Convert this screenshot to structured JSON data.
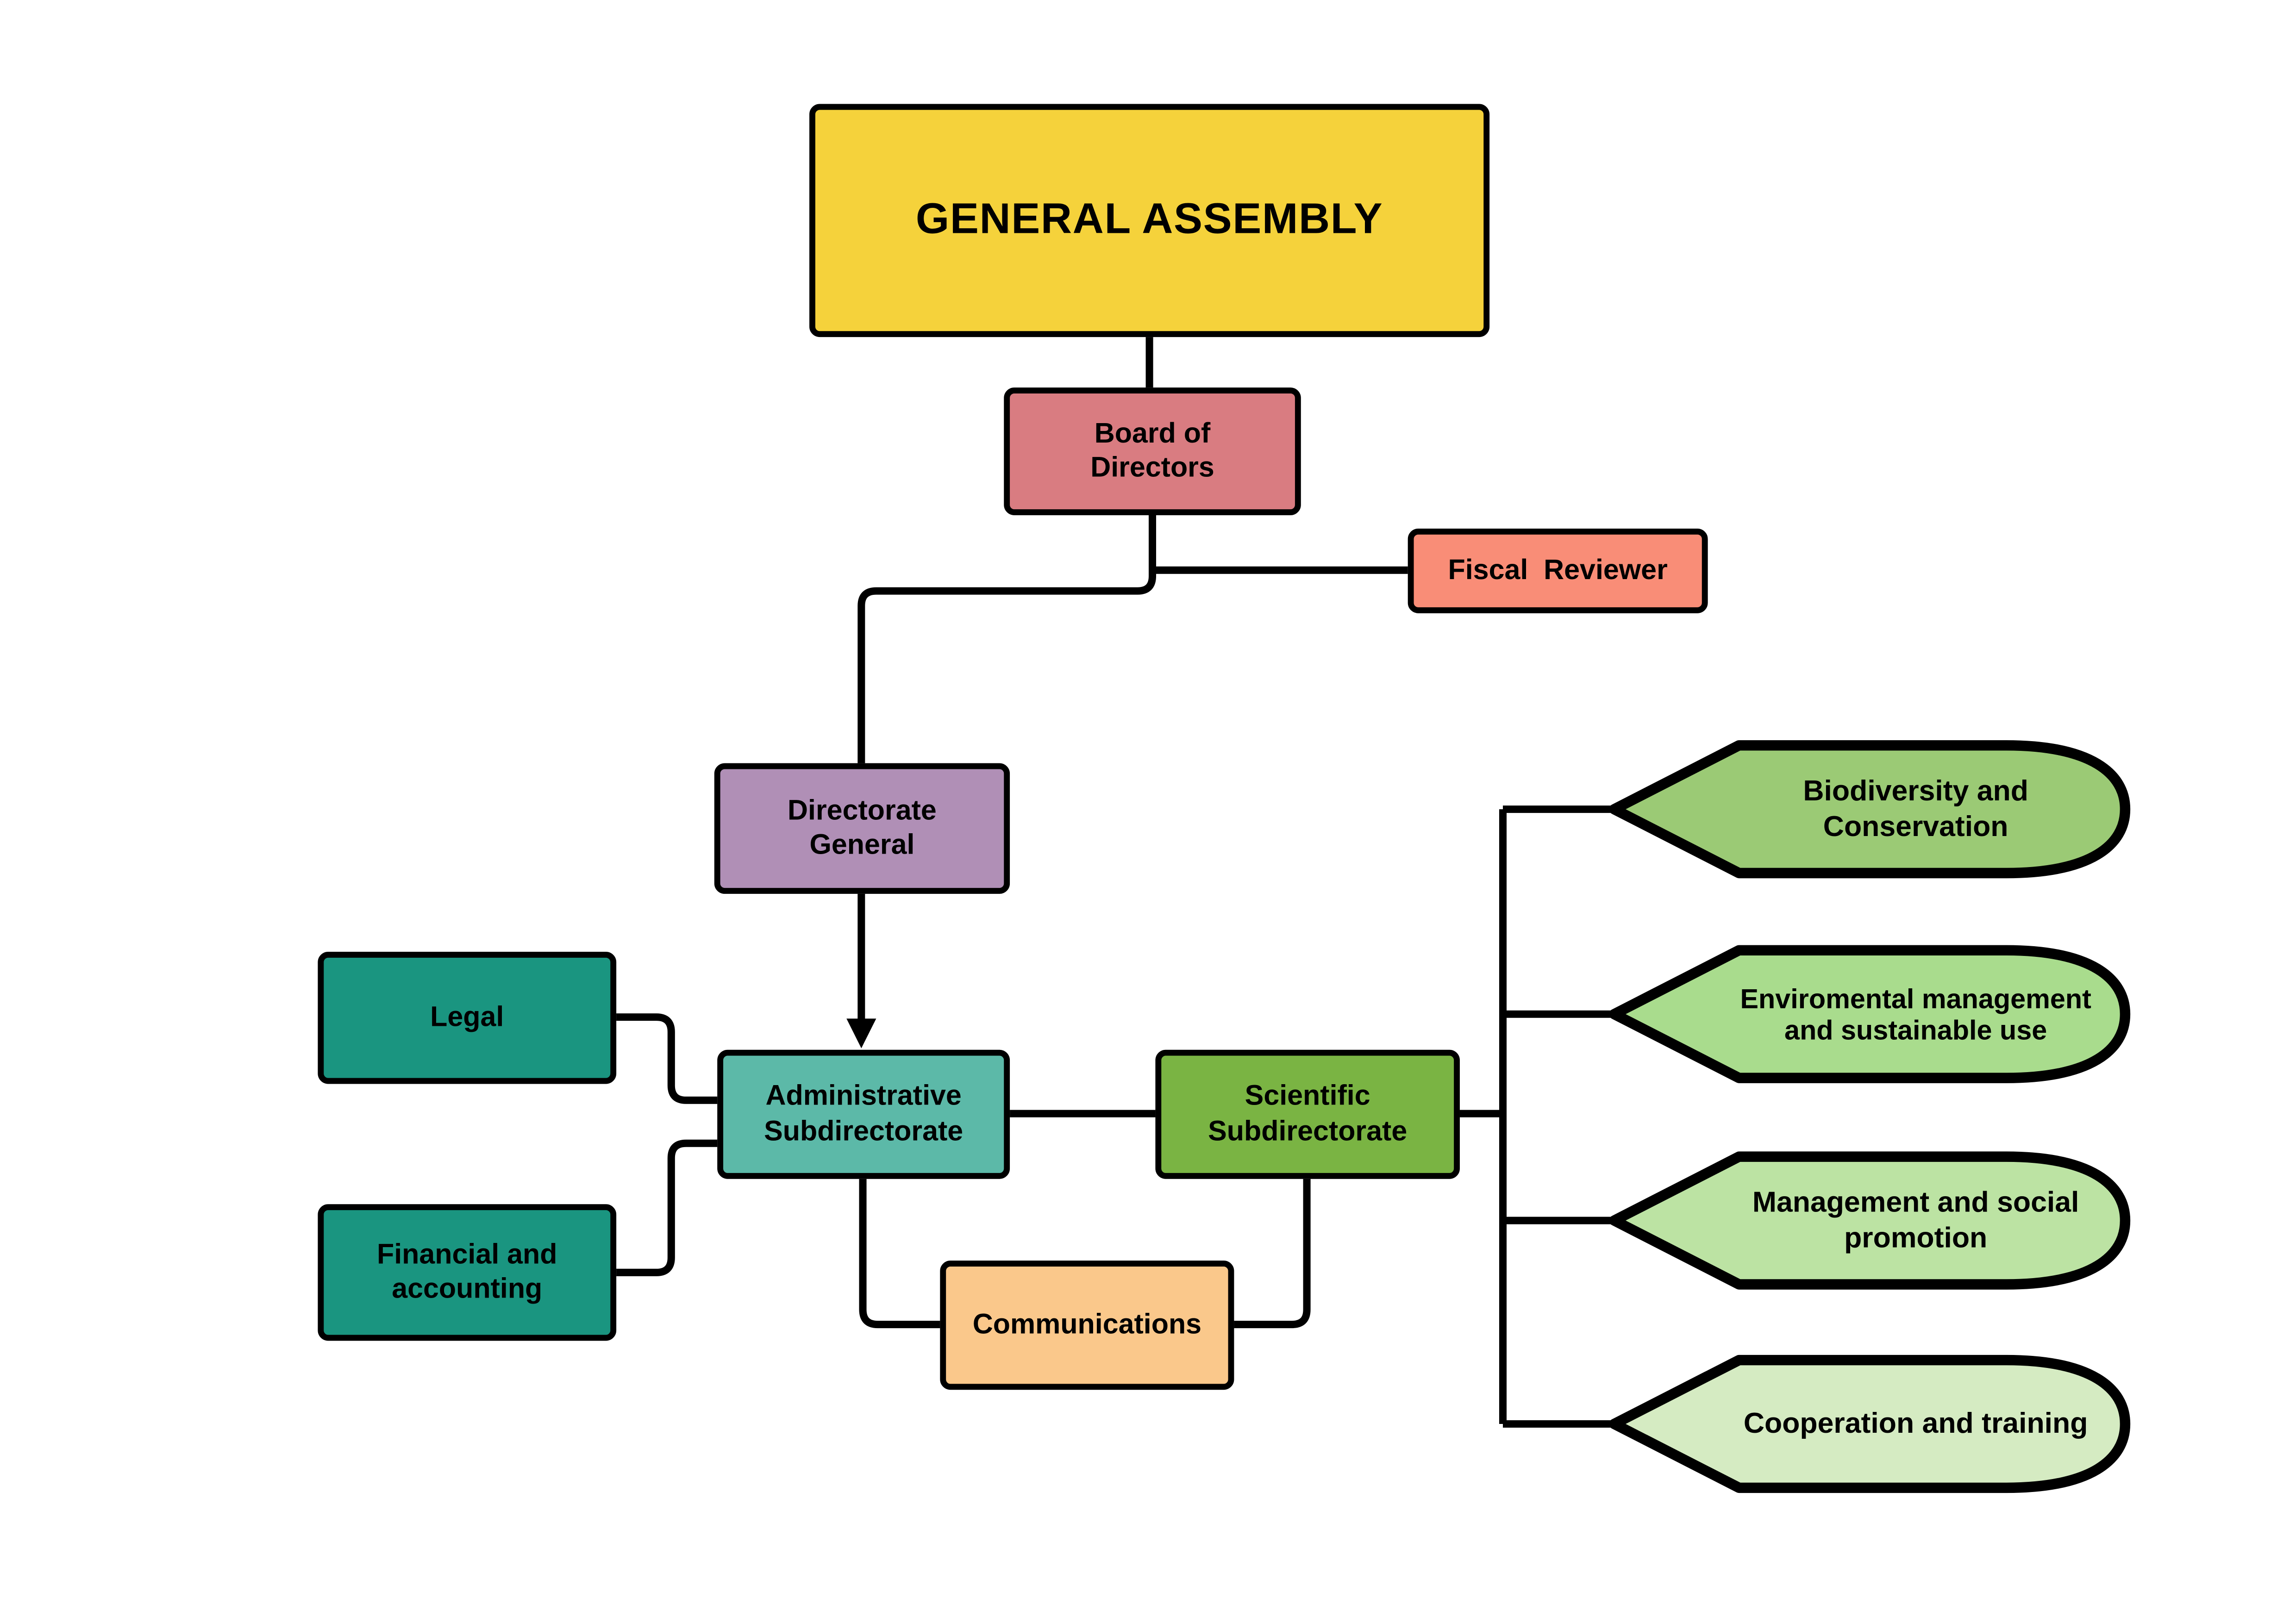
{
  "nodes": {
    "general_assembly": {
      "label": "GENERAL ASSEMBLY",
      "fill": "#F5D23B"
    },
    "board_of_directors": {
      "label": "Board of Directors",
      "fill": "#D97C81"
    },
    "fiscal_reviewer": {
      "label": "Fiscal  Reviewer",
      "fill": "#F98D77"
    },
    "directorate_general": {
      "label": "Directorate General",
      "fill": "#B08FB6"
    },
    "legal": {
      "label": "Legal",
      "fill": "#1A9580"
    },
    "financial_accounting": {
      "label": "Financial and accounting",
      "fill": "#1A9580"
    },
    "administrative_subdirectorate": {
      "label": "Administrative Subdirectorate",
      "fill": "#5CB9A8"
    },
    "scientific_subdirectorate": {
      "label": "Scientific Subdirectorate",
      "fill": "#7AB443"
    },
    "communications": {
      "label": "Communications",
      "fill": "#FAC88B"
    },
    "biodiversity_conservation": {
      "label": "Biodiversity and Conservation",
      "fill": "#9BCA75"
    },
    "environmental_management": {
      "label": "Enviromental management and sustainable use",
      "fill": "#A9DC8D"
    },
    "management_social_promotion": {
      "label": "Management and social promotion",
      "fill": "#BCE3A3"
    },
    "cooperation_training": {
      "label": "Cooperation and training",
      "fill": "#D5EBC2"
    }
  },
  "styles": {
    "background": "#FFFFFF",
    "line_color": "#000000",
    "text_color": "#000000"
  }
}
